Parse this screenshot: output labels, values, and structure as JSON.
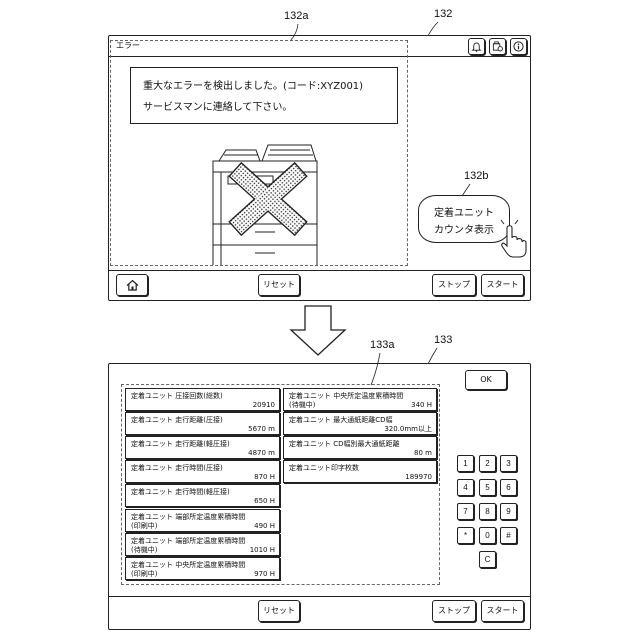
{
  "figure_labels": {
    "label_132": "132",
    "label_132a": "132a",
    "label_132b": "132b",
    "label_133": "133",
    "label_133a": "133a"
  },
  "error_screen": {
    "title": "エラー",
    "header_icons": [
      "bell-icon",
      "device-status-icon",
      "info-icon"
    ],
    "message": {
      "line1": "重大なエラーを検出しました。(コード:XYZ001)",
      "line2": "サービスマンに連絡して下さい。"
    },
    "device_image": "printer-with-cross-icon",
    "counter_button": {
      "line1": "定着ユニット",
      "line2": "カウンタ表示",
      "icon": "hand-pointer-icon"
    },
    "footer": {
      "home_icon": "home-icon",
      "reset": "リセット",
      "stop": "ストップ",
      "start": "スタート"
    }
  },
  "counter_screen": {
    "ok": "OK",
    "counters_left": [
      {
        "label": "定着ユニット 圧接回数(総数)",
        "value": "20910"
      },
      {
        "label": "定着ユニット 走行距離(圧接)",
        "value": "5670 m"
      },
      {
        "label": "定着ユニット 走行距離(軽圧接)",
        "value": "4870 m"
      },
      {
        "label": "定着ユニット 走行時間(圧接)",
        "value": "870 H"
      },
      {
        "label": "定着ユニット 走行時間(軽圧接)",
        "value": "650 H"
      },
      {
        "label": "定着ユニット 端部所定温度累積時間",
        "sublabel": "(印刷中)",
        "value": "490 H"
      },
      {
        "label": "定着ユニット 端部所定温度累積時間",
        "sublabel": "(待機中)",
        "value": "1010 H"
      },
      {
        "label": "定着ユニット 中央所定温度累積時間",
        "sublabel": "(印刷中)",
        "value": "970 H"
      }
    ],
    "counters_right": [
      {
        "label": "定着ユニット 中央所定温度累積時間",
        "sublabel": "(待機中)",
        "value": "340 H"
      },
      {
        "label": "定着ユニット 最大通紙距離CD幅",
        "value": "320.0mm以上"
      },
      {
        "label": "定着ユニット CD幅別最大通紙距離",
        "value": "80 m"
      },
      {
        "label": "定着ユニット印字枚数",
        "value": "189970"
      }
    ],
    "keypad": [
      "1",
      "2",
      "3",
      "4",
      "5",
      "6",
      "7",
      "8",
      "9",
      "*",
      "0",
      "#",
      "C"
    ],
    "footer": {
      "reset": "リセット",
      "stop": "ストップ",
      "start": "スタート"
    }
  }
}
